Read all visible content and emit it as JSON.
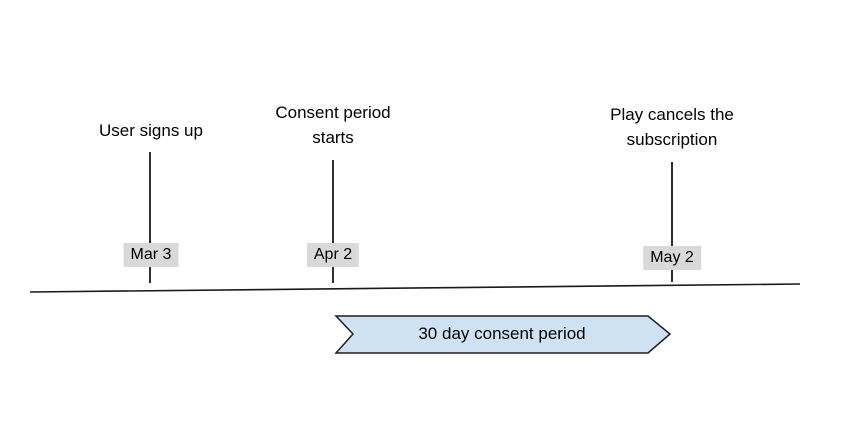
{
  "timeline": {
    "events": [
      {
        "label": "User signs up",
        "date": "Mar 3"
      },
      {
        "label": "Consent period\nstarts",
        "date": "Apr 2"
      },
      {
        "label": "Play cancels the\nsubscription",
        "date": "May 2"
      }
    ],
    "arrow": {
      "label": "30 day consent period",
      "fill": "#cfe2f3",
      "stroke": "#1f1f1f"
    },
    "colors": {
      "date_label_background": "#d9d9d9",
      "line": "#1a1a1a"
    }
  }
}
